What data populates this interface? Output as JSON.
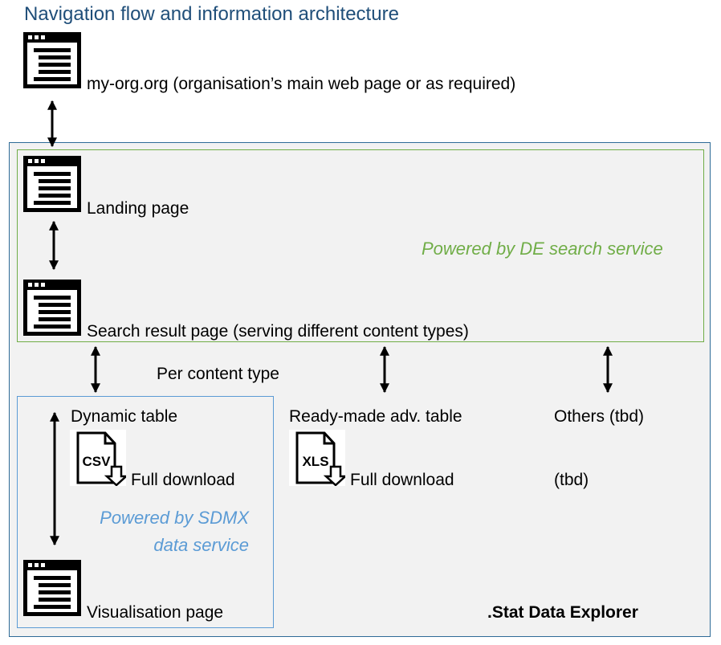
{
  "title": "Navigation flow and information architecture",
  "nodes": {
    "org_page": "my-org.org (organisation’s main web page or as required)",
    "landing_page": "Landing page",
    "search_result_page": "Search result page (serving different content types)",
    "per_content_type": "Per content type",
    "dynamic_table": "Dynamic table",
    "ready_made_table": "Ready-made adv. table",
    "others": "Others (tbd)",
    "full_download_csv": "Full download",
    "full_download_xls": "Full download",
    "others_tbd": "(tbd)",
    "visualisation_page": "Visualisation page"
  },
  "regions": {
    "search_service": "Powered by DE search service",
    "sdmx_line1": "Powered by SDMX",
    "sdmx_line2": "data service",
    "app_name": ".Stat Data Explorer"
  },
  "icons": {
    "csv": "CSV",
    "xls": "XLS"
  },
  "colors": {
    "title": "#1f4e79",
    "outer_border": "#2e6b97",
    "search_region": "#70ad47",
    "sdmx_region": "#5b9bd5",
    "background": "#f2f2f2"
  }
}
